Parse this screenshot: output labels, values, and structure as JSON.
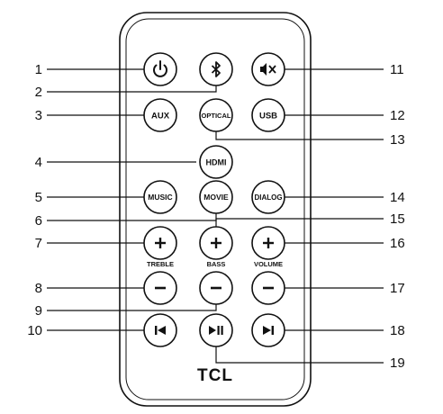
{
  "brand": "TCL",
  "buttons": [
    {
      "id": "power",
      "icon": "power-icon",
      "callout": "1"
    },
    {
      "id": "bluetooth",
      "icon": "bluetooth-icon",
      "callout": "2"
    },
    {
      "id": "mute",
      "icon": "mute-icon",
      "callout": "11"
    },
    {
      "id": "aux",
      "text": "AUX",
      "callout": "3"
    },
    {
      "id": "optical",
      "text": "OPTICAL",
      "callout": "13"
    },
    {
      "id": "usb",
      "text": "USB",
      "callout": "12"
    },
    {
      "id": "hdmi",
      "text": "HDMI",
      "callout": "4"
    },
    {
      "id": "music",
      "text": "MUSIC",
      "callout": "5"
    },
    {
      "id": "movie",
      "text": "MOVIE",
      "callout": "6"
    },
    {
      "id": "dialog",
      "text": "DIALOG",
      "callout": "14"
    },
    {
      "id": "treble-up",
      "icon": "plus-icon",
      "sublabel": "TREBLE",
      "callout": "7"
    },
    {
      "id": "bass-up",
      "icon": "plus-icon",
      "sublabel": "BASS",
      "callout": "15"
    },
    {
      "id": "volume-up",
      "icon": "plus-icon",
      "sublabel": "VOLUME",
      "callout": "16"
    },
    {
      "id": "treble-down",
      "icon": "minus-icon",
      "callout": "8"
    },
    {
      "id": "bass-down",
      "icon": "minus-icon",
      "callout": "9"
    },
    {
      "id": "volume-down",
      "icon": "minus-icon",
      "callout": "17"
    },
    {
      "id": "previous",
      "icon": "previous-icon",
      "callout": "10"
    },
    {
      "id": "play-pause",
      "icon": "play-pause-icon",
      "callout": "19"
    },
    {
      "id": "next",
      "icon": "next-icon",
      "callout": "18"
    }
  ]
}
